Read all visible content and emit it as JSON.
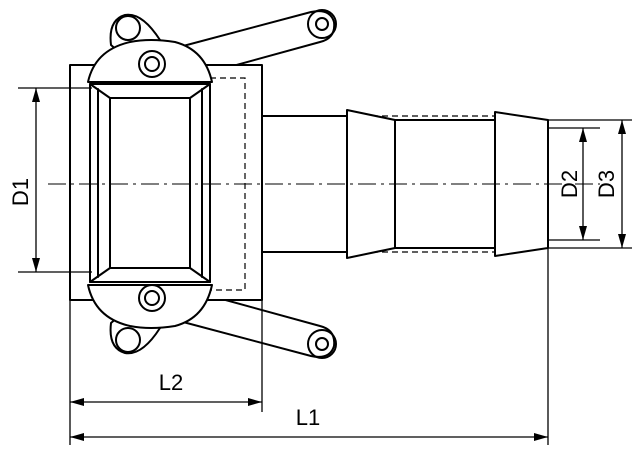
{
  "dimensions": {
    "d1": "D1",
    "d2": "D2",
    "d3": "D3",
    "l1": "L1",
    "l2": "L2"
  }
}
